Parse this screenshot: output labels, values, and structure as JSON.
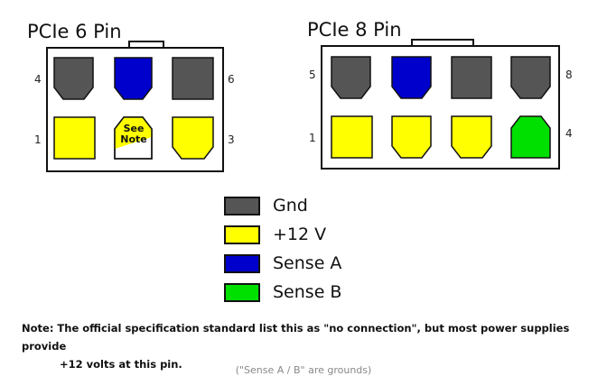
{
  "connectors": {
    "six_pin": {
      "title": "PCIe 6 Pin",
      "label_top_left": "4",
      "label_top_right": "6",
      "label_bottom_left": "1",
      "label_bottom_right": "3",
      "note_mark_line1": "See",
      "note_mark_line2": "Note"
    },
    "eight_pin": {
      "title": "PCIe 8 Pin",
      "label_top_left": "5",
      "label_top_right": "8",
      "label_bottom_left": "1",
      "label_bottom_right": "4"
    }
  },
  "legend": [
    {
      "label": "Gnd",
      "color": "#555555"
    },
    {
      "label": "+12 V",
      "color": "#ffff00"
    },
    {
      "label": "Sense A",
      "color": "#0000cc"
    },
    {
      "label": "Sense B",
      "color": "#00e000"
    }
  ],
  "note": {
    "line1": "Note: The official specification standard list this as \"no connection\", but most power supplies provide",
    "line2": "+12 volts at this pin."
  },
  "caption": "(\"Sense A / B\" are grounds)"
}
